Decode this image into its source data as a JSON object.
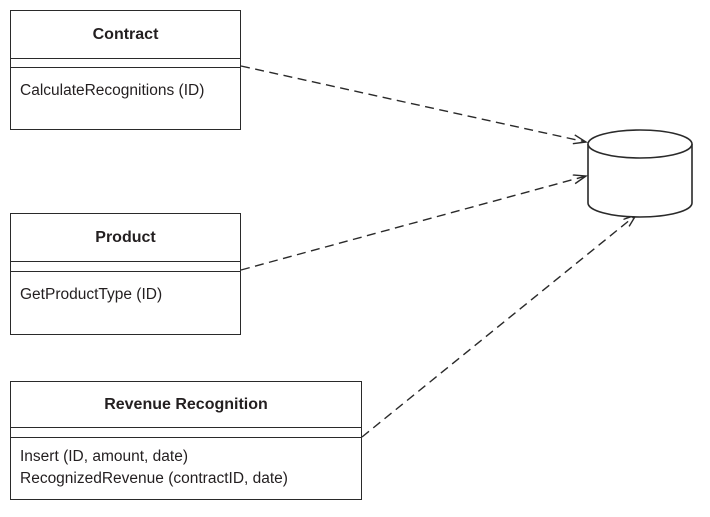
{
  "diagram": {
    "type": "uml-dependency-diagram",
    "background_color": "#ffffff",
    "line_color": "#2a2a2a",
    "text_color": "#231f20",
    "nodes": [
      {
        "id": "contract",
        "title": "Contract",
        "attributes": [],
        "methods": [
          "CalculateRecognitions (ID)"
        ]
      },
      {
        "id": "product",
        "title": "Product",
        "attributes": [],
        "methods": [
          "GetProductType (ID)"
        ]
      },
      {
        "id": "revenue-recognition",
        "title": "Revenue Recognition",
        "attributes": [],
        "methods": [
          "Insert (ID, amount, date)",
          "RecognizedRevenue (contractID, date)"
        ]
      },
      {
        "id": "database",
        "shape": "cylinder",
        "title": ""
      }
    ],
    "edges": [
      {
        "from": "contract",
        "to": "database",
        "line_style": "dashed",
        "arrowhead": "open"
      },
      {
        "from": "product",
        "to": "database",
        "line_style": "dashed",
        "arrowhead": "open"
      },
      {
        "from": "revenue-recognition",
        "to": "database",
        "line_style": "dashed",
        "arrowhead": "open"
      }
    ]
  }
}
